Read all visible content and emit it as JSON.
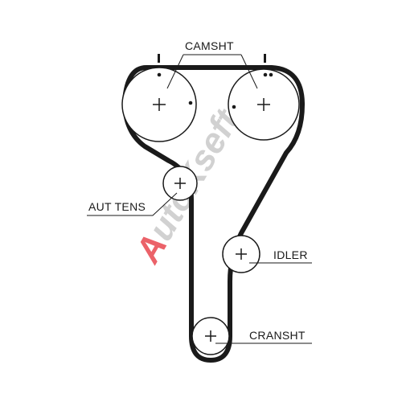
{
  "labels": {
    "camshaft": "CAMSHT",
    "auto_tensioner": "AUT TENS",
    "idler": "IDLER",
    "crankshaft": "CRANSHT"
  },
  "watermark": {
    "first_letter": "A",
    "rest": "utoKseft"
  },
  "colors": {
    "line": "#1a1a1a",
    "watermark_red": "#e8474f",
    "watermark_gray": "#c9c9c9"
  }
}
